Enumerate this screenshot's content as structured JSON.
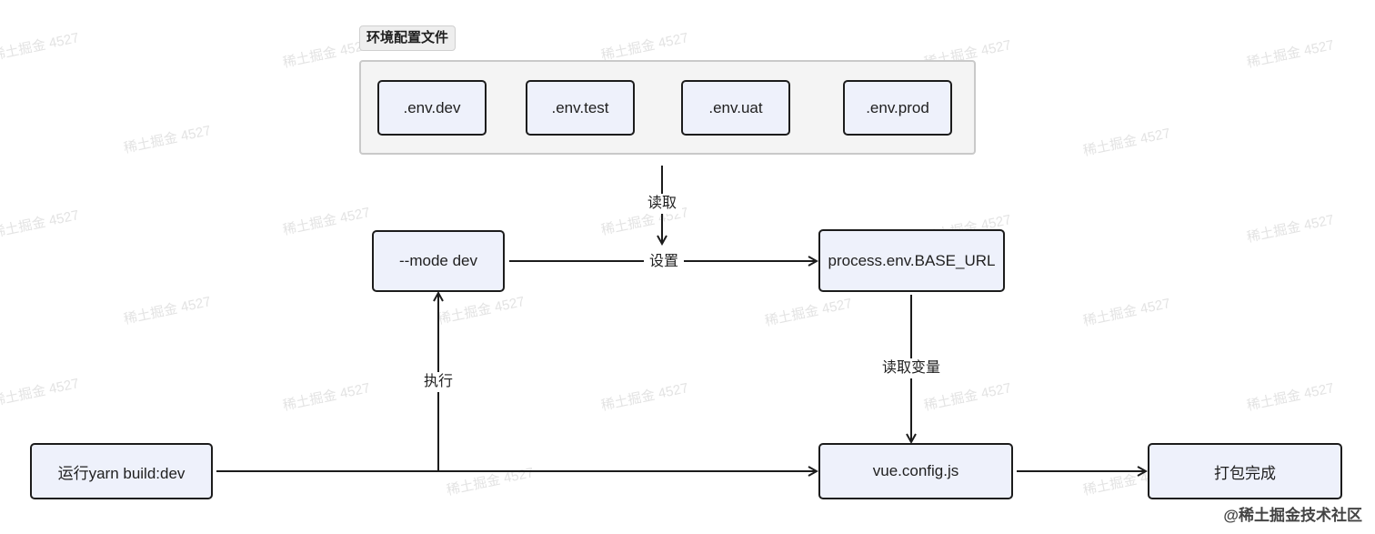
{
  "watermark": "稀土掘金 4527",
  "group": {
    "label": "环境配置文件"
  },
  "env_files": [
    {
      "label": ".env.dev"
    },
    {
      "label": ".env.test"
    },
    {
      "label": ".env.uat"
    },
    {
      "label": ".env.prod"
    }
  ],
  "nodes": {
    "mode": "--mode dev",
    "process_env": "process.env.BASE_URL",
    "run": "运行yarn build:dev",
    "vue_config": "vue.config.js",
    "done": "打包完成"
  },
  "edges": {
    "read": "读取",
    "set": "设置",
    "read_var": "读取变量",
    "execute": "执行"
  },
  "footer": "@稀土掘金技术社区"
}
